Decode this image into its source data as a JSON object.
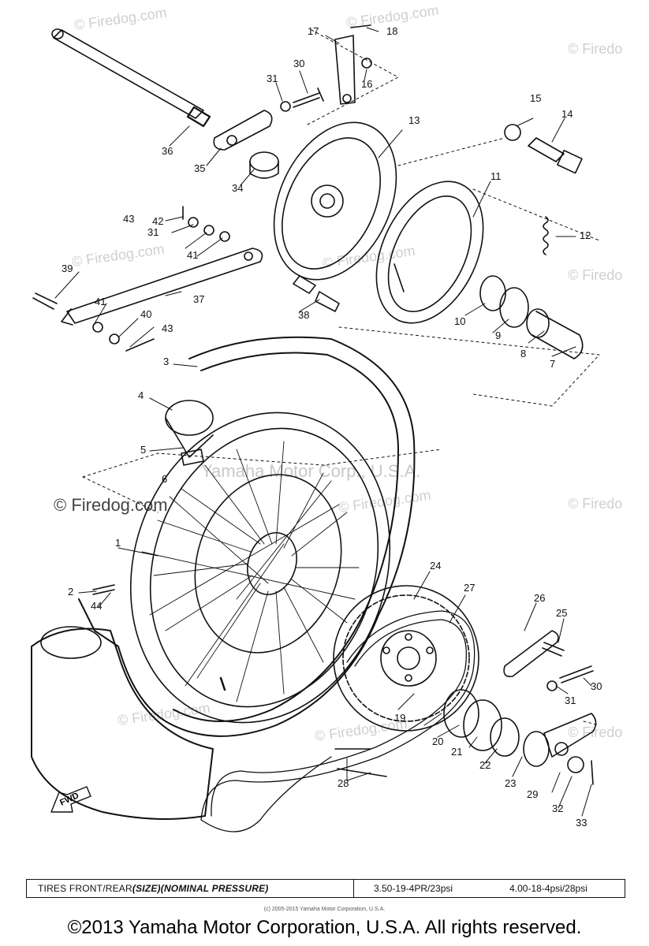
{
  "watermarks": {
    "firedog": "© Firedog.com",
    "firedog_short": "© Firedo",
    "firedog_plain": "Firedog.com",
    "yamaha": "Yamaha Motor Corp., U.S.A."
  },
  "callouts": [
    "1",
    "2",
    "3",
    "4",
    "5",
    "6",
    "7",
    "8",
    "9",
    "10",
    "11",
    "12",
    "13",
    "14",
    "15",
    "16",
    "17",
    "18",
    "19",
    "20",
    "21",
    "22",
    "23",
    "24",
    "25",
    "26",
    "27",
    "28",
    "29",
    "30",
    "31",
    "32",
    "33",
    "34",
    "35",
    "36",
    "37",
    "38",
    "39",
    "40",
    "41",
    "42",
    "43",
    "44"
  ],
  "fwd_label": "FWD",
  "tire_table": {
    "heading_prefix": "TIRES FRONT/REAR ",
    "heading_size": "(SIZE)",
    "heading_pressure": " (NOMINAL PRESSURE)",
    "front_value": "3.50-19-4PR/23psi",
    "rear_value": "4.00-18-4psi/28psi"
  },
  "small_copyright": "(c) 2005-2015 Yamaha Motor Corporation, U.S.A.",
  "copyright": "©2013 Yamaha Motor Corporation, U.S.A. All rights reserved."
}
